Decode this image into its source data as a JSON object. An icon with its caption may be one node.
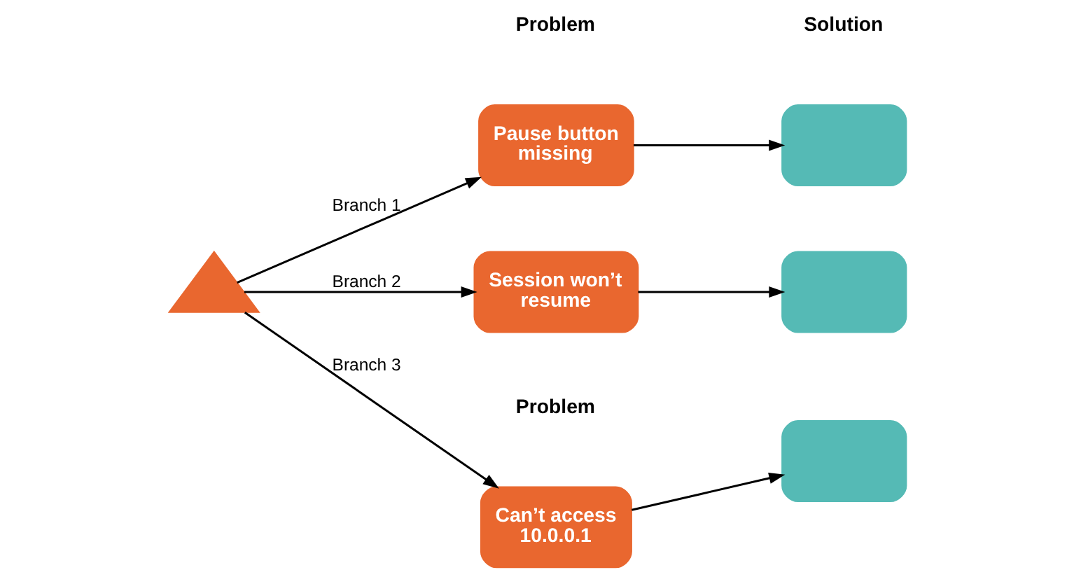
{
  "diagram": {
    "nodes": [
      {
        "text": [],
        "shape": "triangle"
      },
      {
        "text": [
          "Pause button missing"
        ]
      },
      {
        "text": [
          "Session won’t resume"
        ]
      },
      {
        "text": [
          "Can’t access 10.0.0.1"
        ]
      },
      {
        "text": [],
        "shape": "box"
      },
      {
        "text": [],
        "shape": "box"
      },
      {
        "text": [],
        "shape": "box"
      }
    ],
    "edges": [
      {
        "from": 0,
        "to": 1,
        "arrow": "to",
        "label": "Branch 1"
      },
      {
        "from": 0,
        "to": 2,
        "arrow": "to",
        "label": "Branch 2"
      },
      {
        "from": 0,
        "to": 3,
        "arrow": "to",
        "label": "Branch 3"
      },
      {
        "from": 1,
        "to": 4,
        "arrow": "to"
      },
      {
        "from": 2,
        "to": 5,
        "arrow": "to"
      },
      {
        "from": 3,
        "to": 6,
        "arrow": "to"
      }
    ],
    "labels": [
      "Problem",
      "Solution",
      "Problem"
    ]
  }
}
